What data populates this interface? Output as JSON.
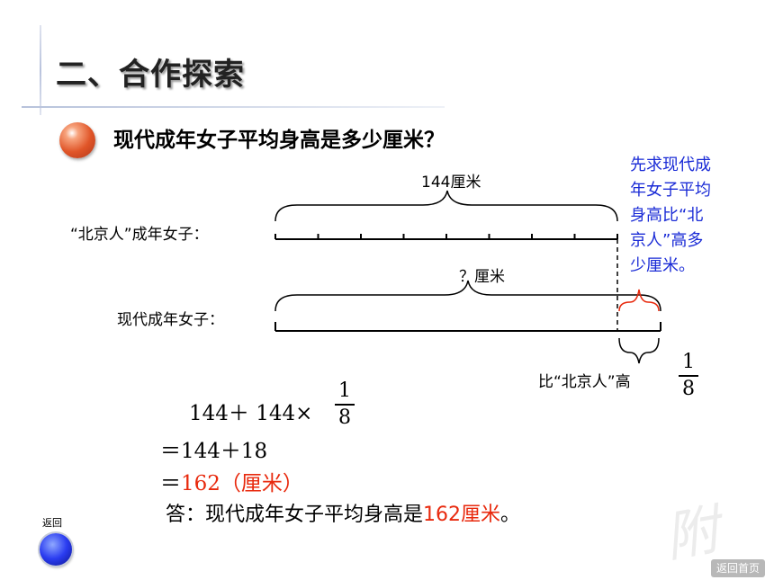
{
  "page": {
    "title": "二、合作探索",
    "question": "现代成年女子平均身高是多少厘米？"
  },
  "diagram": {
    "top_measure": "144厘米",
    "top_row_label": "“北京人”成年女子：",
    "unknown_measure": "？厘米",
    "bottom_row_label": "现代成年女子：",
    "extra_label": "比“北京人”高",
    "extra_fraction": {
      "numerator": "1",
      "denominator": "8"
    },
    "top_segments": 8
  },
  "note": {
    "lines": [
      "先求现代成",
      "年女子平均",
      "身高比“北",
      "京人”高多",
      "少厘米。"
    ]
  },
  "solution": {
    "line1_prefix": "144＋ 144×",
    "line1_fraction": {
      "numerator": "1",
      "denominator": "8"
    },
    "line2": "＝144＋18",
    "line3_eq": "＝",
    "line3_value": "162（厘米）",
    "answer_prefix": "答：现代成年女子平均身高是",
    "answer_value": "162厘米",
    "answer_suffix": "。"
  },
  "controls": {
    "return_label": "返回",
    "home_label": "返回首页"
  },
  "colors": {
    "accent_red": "#e8290d",
    "note_blue": "#1a2bd6",
    "return_blue": "#2a3cf0"
  }
}
